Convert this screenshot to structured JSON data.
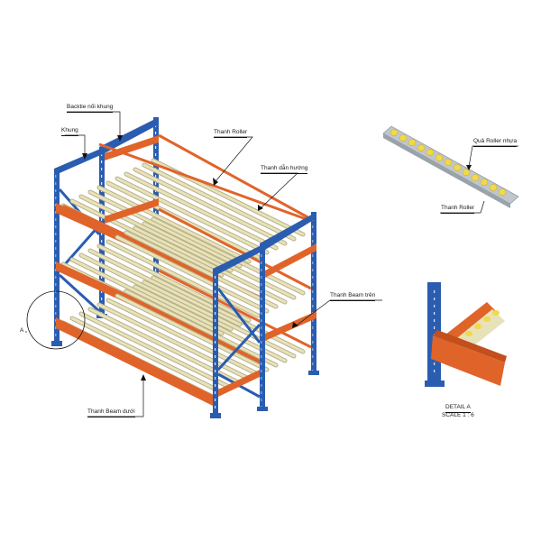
{
  "labels": {
    "backtie": "Backtie nối khung",
    "khung": "Khung",
    "thanh_roller": "Thanh Roller",
    "thanh_dan_huong": "Thanh dẫn hướng",
    "thanh_beam_tren": "Thanh Beam trên",
    "thanh_beam_duoi": "Thanh Beam dưới",
    "detail_marker": "A",
    "qua_roller_nhua": "Quả Roller nhựa",
    "thanh_roller_detail": "Thanh Roller",
    "detail_title": "DETAIL A",
    "detail_scale": "SCALE 1 : 6"
  },
  "colors": {
    "upright_blue": "#2a5db0",
    "beam_orange": "#e0642a",
    "roller_cream": "#e8e2b8",
    "roller_dark": "#b8b08a",
    "wheel_yellow": "#f2d84a",
    "channel_grey": "#bfc6cc",
    "line": "#222222"
  }
}
